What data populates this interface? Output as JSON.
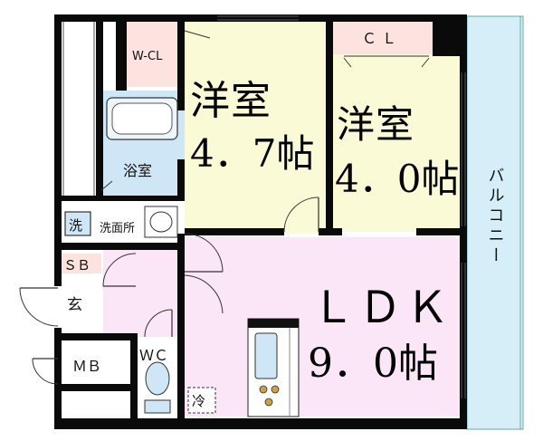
{
  "colors": {
    "wall": "#0a0a0a",
    "western_room": "#fbfad6",
    "ldk": "#fae6f6",
    "bathroom": "#cfe6f7",
    "storage": "#fde3df",
    "balcony": "#d6eef8",
    "floor_plain": "#ffffff"
  },
  "rooms": {
    "western_47": {
      "label": "洋室",
      "size": "4．7帖"
    },
    "western_40": {
      "label": "洋室",
      "size": "4．0帖"
    },
    "ldk": {
      "label": "ＬＤＫ",
      "size": "9．0帖"
    },
    "bath": {
      "label": "浴室"
    },
    "washroom": {
      "label": "洗面所",
      "washer": "洗"
    },
    "walk_in_closet": {
      "label": "W-CL"
    },
    "closet": {
      "label": "ＣＬ"
    },
    "shoe_box": {
      "label": "ＳＢ"
    },
    "entrance": {
      "label": "玄"
    },
    "meter_box": {
      "label": "ＭＢ"
    },
    "toilet": {
      "label": "ＷＣ"
    },
    "fridge": {
      "label": "冷"
    },
    "balcony": {
      "label": "バルコニー"
    }
  }
}
